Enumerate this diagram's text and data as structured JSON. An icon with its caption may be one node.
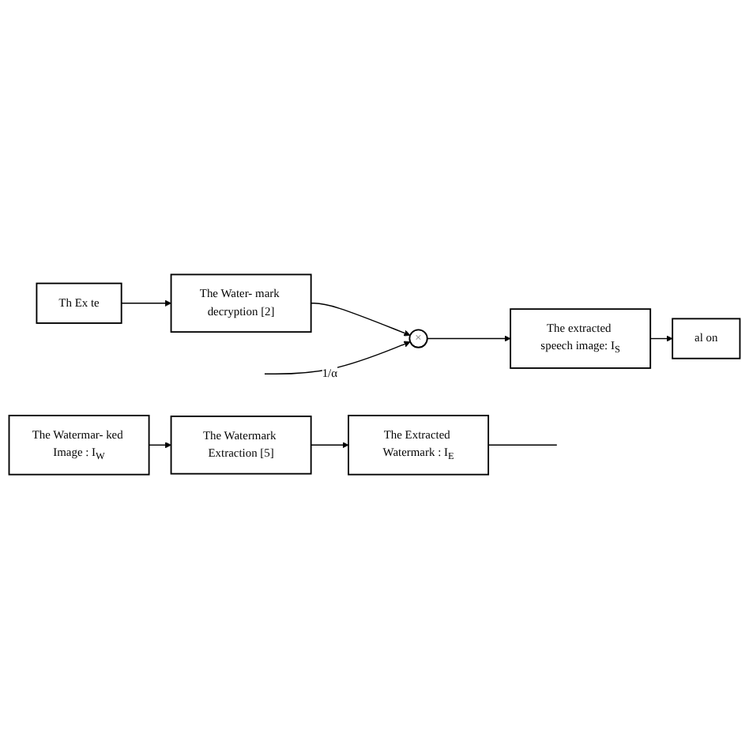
{
  "diagram": {
    "nodes": [
      {
        "text": [
          "The Watermar- ked Image : I$_{W}$"
        ]
      },
      {
        "text": [
          "The Watermark Extraction [5]"
        ]
      },
      {
        "text": [
          "The Extracted Watermark : I$_{E}$"
        ]
      },
      {
        "text": [
          "Th Ex te"
        ]
      },
      {
        "text": [
          "The Water- mark decryption [2]"
        ]
      },
      {
        "text": [
          "×"
        ]
      },
      {
        "text": [
          "The extracted speech image: I$_{S}$"
        ]
      },
      {
        "text": [
          "al on"
        ]
      }
    ],
    "edges": [
      {
        "from": 0,
        "to": 1,
        "arrow": "to"
      },
      {
        "from": 1,
        "to": 2,
        "arrow": "to"
      },
      {
        "from": 2,
        "to": null,
        "arrow": "none"
      },
      {
        "from": 3,
        "to": 4,
        "arrow": "to"
      },
      {
        "from": 4,
        "to": 5,
        "arrow": "to"
      },
      {
        "from": null,
        "to": 5,
        "arrow": "to",
        "label": "1/α"
      },
      {
        "from": 5,
        "to": 6,
        "arrow": "to"
      },
      {
        "from": 6,
        "to": 7,
        "arrow": "to"
      }
    ]
  }
}
